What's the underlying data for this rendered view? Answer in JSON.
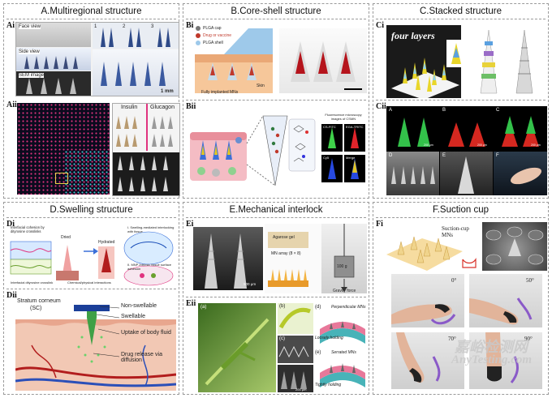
{
  "panels": {
    "a": {
      "title": "A.Multiregional structure",
      "ai": "Ai",
      "aii": "Aii",
      "face_view": "Face view",
      "side_view": "Side view",
      "sem_image": "SEM image",
      "scale": "1 mm",
      "n1": "1",
      "n2": "2",
      "n3": "3",
      "insulin": "Insulin",
      "glucagon": "Glucagon"
    },
    "b": {
      "title": "B.Core-shell structure",
      "bi": "Bi",
      "bii": "Bii",
      "plga_cap": "PLGA cap",
      "drug": "Drug or vaccine",
      "plga_shell": "PLGA shell",
      "skin": "Skin",
      "fully": "Fully implanted MNs",
      "fluor_title": "Fluorescence microscopy images of CSMN",
      "cs_fitc": "CS-FITC",
      "ega": "EGA-TRITC",
      "cy5": "Cy5",
      "merge": "Merge"
    },
    "c": {
      "title": "C.Stacked structure",
      "ci": "Ci",
      "cii": "Cii",
      "four_layers": "four layers",
      "A": "A",
      "B": "B",
      "C": "C",
      "D": "D",
      "E": "E",
      "F": "F",
      "s1": "200 μm",
      "s2": "200 μm",
      "s3": "200 μm"
    },
    "d": {
      "title": "D.Swelling structure",
      "di": "Di",
      "dii": "Dii",
      "interfacial": "Interfacial cohesion by dityrosine crosslinks",
      "swelling": "I. Swelling-mediated interlocking with tissue",
      "mnp": "II. MNP-intrinsic tissue surface adhesion",
      "dried": "Dried",
      "hydrated": "Hydrated",
      "legend1": "Interfacial dityrosine crosslink",
      "legend2": "Chemical/physical interactions",
      "stratum": "Stratum corneum",
      "sc": "(SC)",
      "nonswell": "Non-swellable",
      "swellable": "Swellable",
      "uptake": "Uptake of body fluid",
      "release": "Drug release via diffusion"
    },
    "e": {
      "title": "E.Mechanical  interlock",
      "ei": "Ei",
      "eii": "Eii",
      "agarose": "Agarose gel",
      "array": "MN array (8 × 8)",
      "weight": "100 g",
      "gravity": "Gravity force",
      "scale": "500 μm",
      "a": "(a)",
      "b": "(b)",
      "c": "(c)",
      "d": "(d)",
      "e": "(e)",
      "perp": "Perpendicular MNs",
      "loosely": "Loosely holding",
      "serrated": "Serrated MNs",
      "tightly": "Tightly holding",
      "scale2": "200 μm"
    },
    "f": {
      "title": "F.Suction cup",
      "fi": "Fi",
      "suction": "Suction-cup MNs",
      "deg0": "0°",
      "deg50": "50°",
      "deg70": "70°",
      "deg90": "90°"
    }
  },
  "watermark": {
    "cn": "嘉峪检测网",
    "en": "AnyTesting.com"
  }
}
